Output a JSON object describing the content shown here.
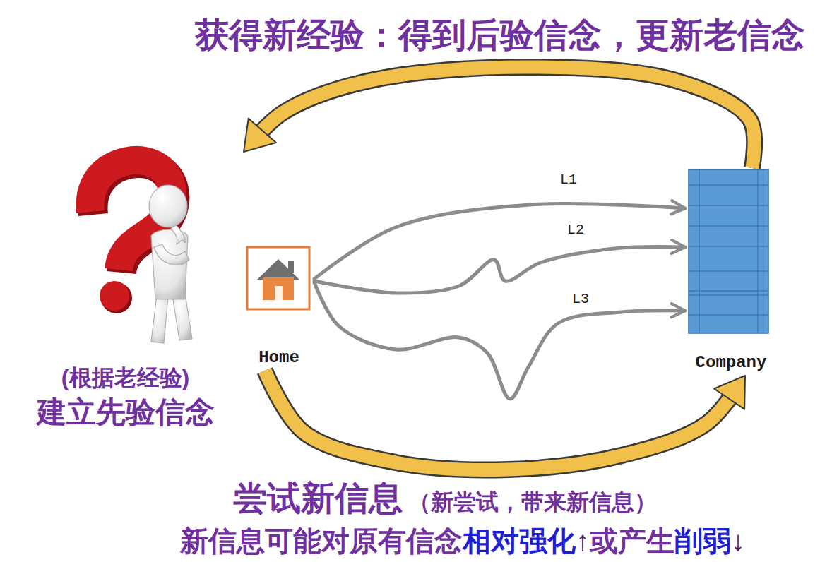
{
  "diagram": {
    "nodes": [
      {
        "text": [
          "(根据老经验)",
          "建立先验信念"
        ]
      },
      {
        "text": [
          "Home"
        ]
      },
      {
        "text": [
          "Company"
        ]
      }
    ],
    "edges": [
      {
        "from": 1,
        "to": 2,
        "label": "L1",
        "arrow": "to"
      },
      {
        "from": 1,
        "to": 2,
        "label": "L2",
        "arrow": "to"
      },
      {
        "from": 1,
        "to": 2,
        "label": "L3",
        "arrow": "to"
      },
      {
        "from": 1,
        "to": 2,
        "label": "尝试新信息",
        "arrow": "to"
      },
      {
        "from": 2,
        "to": 0,
        "label": "获得新经验：得到后验信念，更新老信念",
        "arrow": "to"
      }
    ],
    "labels": [
      "（新尝试，带来新信息）",
      "新信息可能对原有信念",
      "相对强化",
      "↑",
      "或产生",
      "削弱",
      "↓"
    ]
  }
}
